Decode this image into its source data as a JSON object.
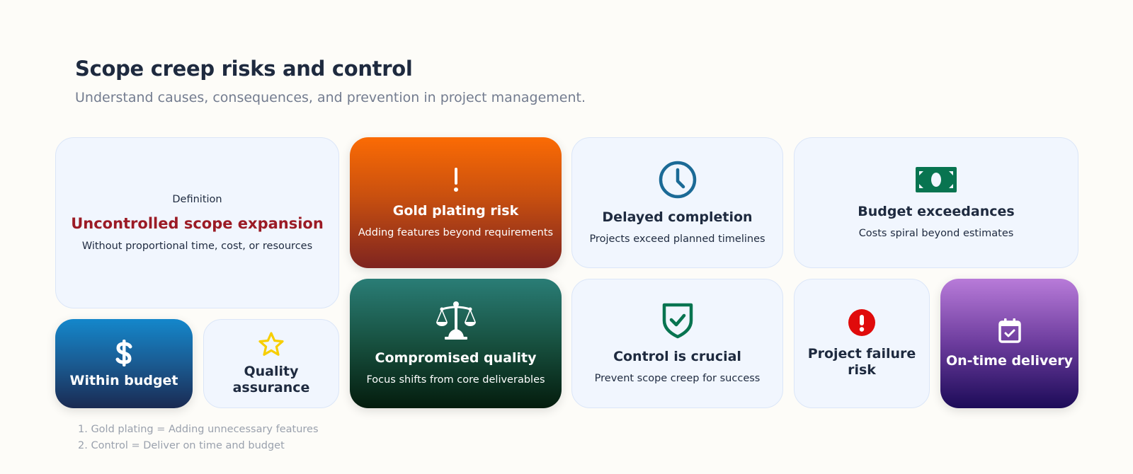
{
  "header": {
    "title": "Scope creep risks and control",
    "subtitle": "Understand causes, consequences, and prevention in project management."
  },
  "definition": {
    "label": "Definition",
    "title": "Uncontrolled scope expansion",
    "subtitle": "Without proportional time, cost, or resources",
    "title_color": "#9b1b25"
  },
  "cards": {
    "gold_plating": {
      "icon": "exclamation-icon",
      "title": "Gold plating risk",
      "subtitle": "Adding features beyond requirements",
      "gradient": [
        "#fb6b04",
        "#7e2420"
      ]
    },
    "delayed": {
      "icon": "clock-icon",
      "title": "Delayed completion",
      "subtitle": "Projects exceed planned timelines",
      "icon_color": "#1b6a96"
    },
    "budget_exceed": {
      "icon": "money-bill-icon",
      "title": "Budget exceedances",
      "subtitle": "Costs spiral beyond estimates",
      "icon_color": "#087450"
    },
    "compromised": {
      "icon": "scale-icon",
      "title": "Compromised quality",
      "subtitle": "Focus shifts from core deliverables",
      "gradient": [
        "#2a7d76",
        "#041c0d"
      ]
    },
    "control": {
      "icon": "shield-check-icon",
      "title": "Control is crucial",
      "subtitle": "Prevent scope creep for success",
      "icon_color": "#087450"
    },
    "failure": {
      "icon": "alert-circle-icon",
      "title": "Project failure risk",
      "icon_color": "#e00b0b"
    },
    "ontime": {
      "icon": "calendar-check-icon",
      "title": "On-time delivery",
      "gradient": [
        "#b87bd9",
        "#1c0b58"
      ]
    },
    "within_budget": {
      "icon": "dollar-icon",
      "title": "Within budget",
      "gradient": [
        "#1487cb",
        "#1a2a52"
      ]
    },
    "quality_assurance": {
      "icon": "star-icon",
      "title": "Quality assurance",
      "icon_color": "#f7ce00"
    }
  },
  "notes": [
    "1. Gold plating = Adding unnecessary features",
    "2. Control = Deliver on time and budget"
  ]
}
